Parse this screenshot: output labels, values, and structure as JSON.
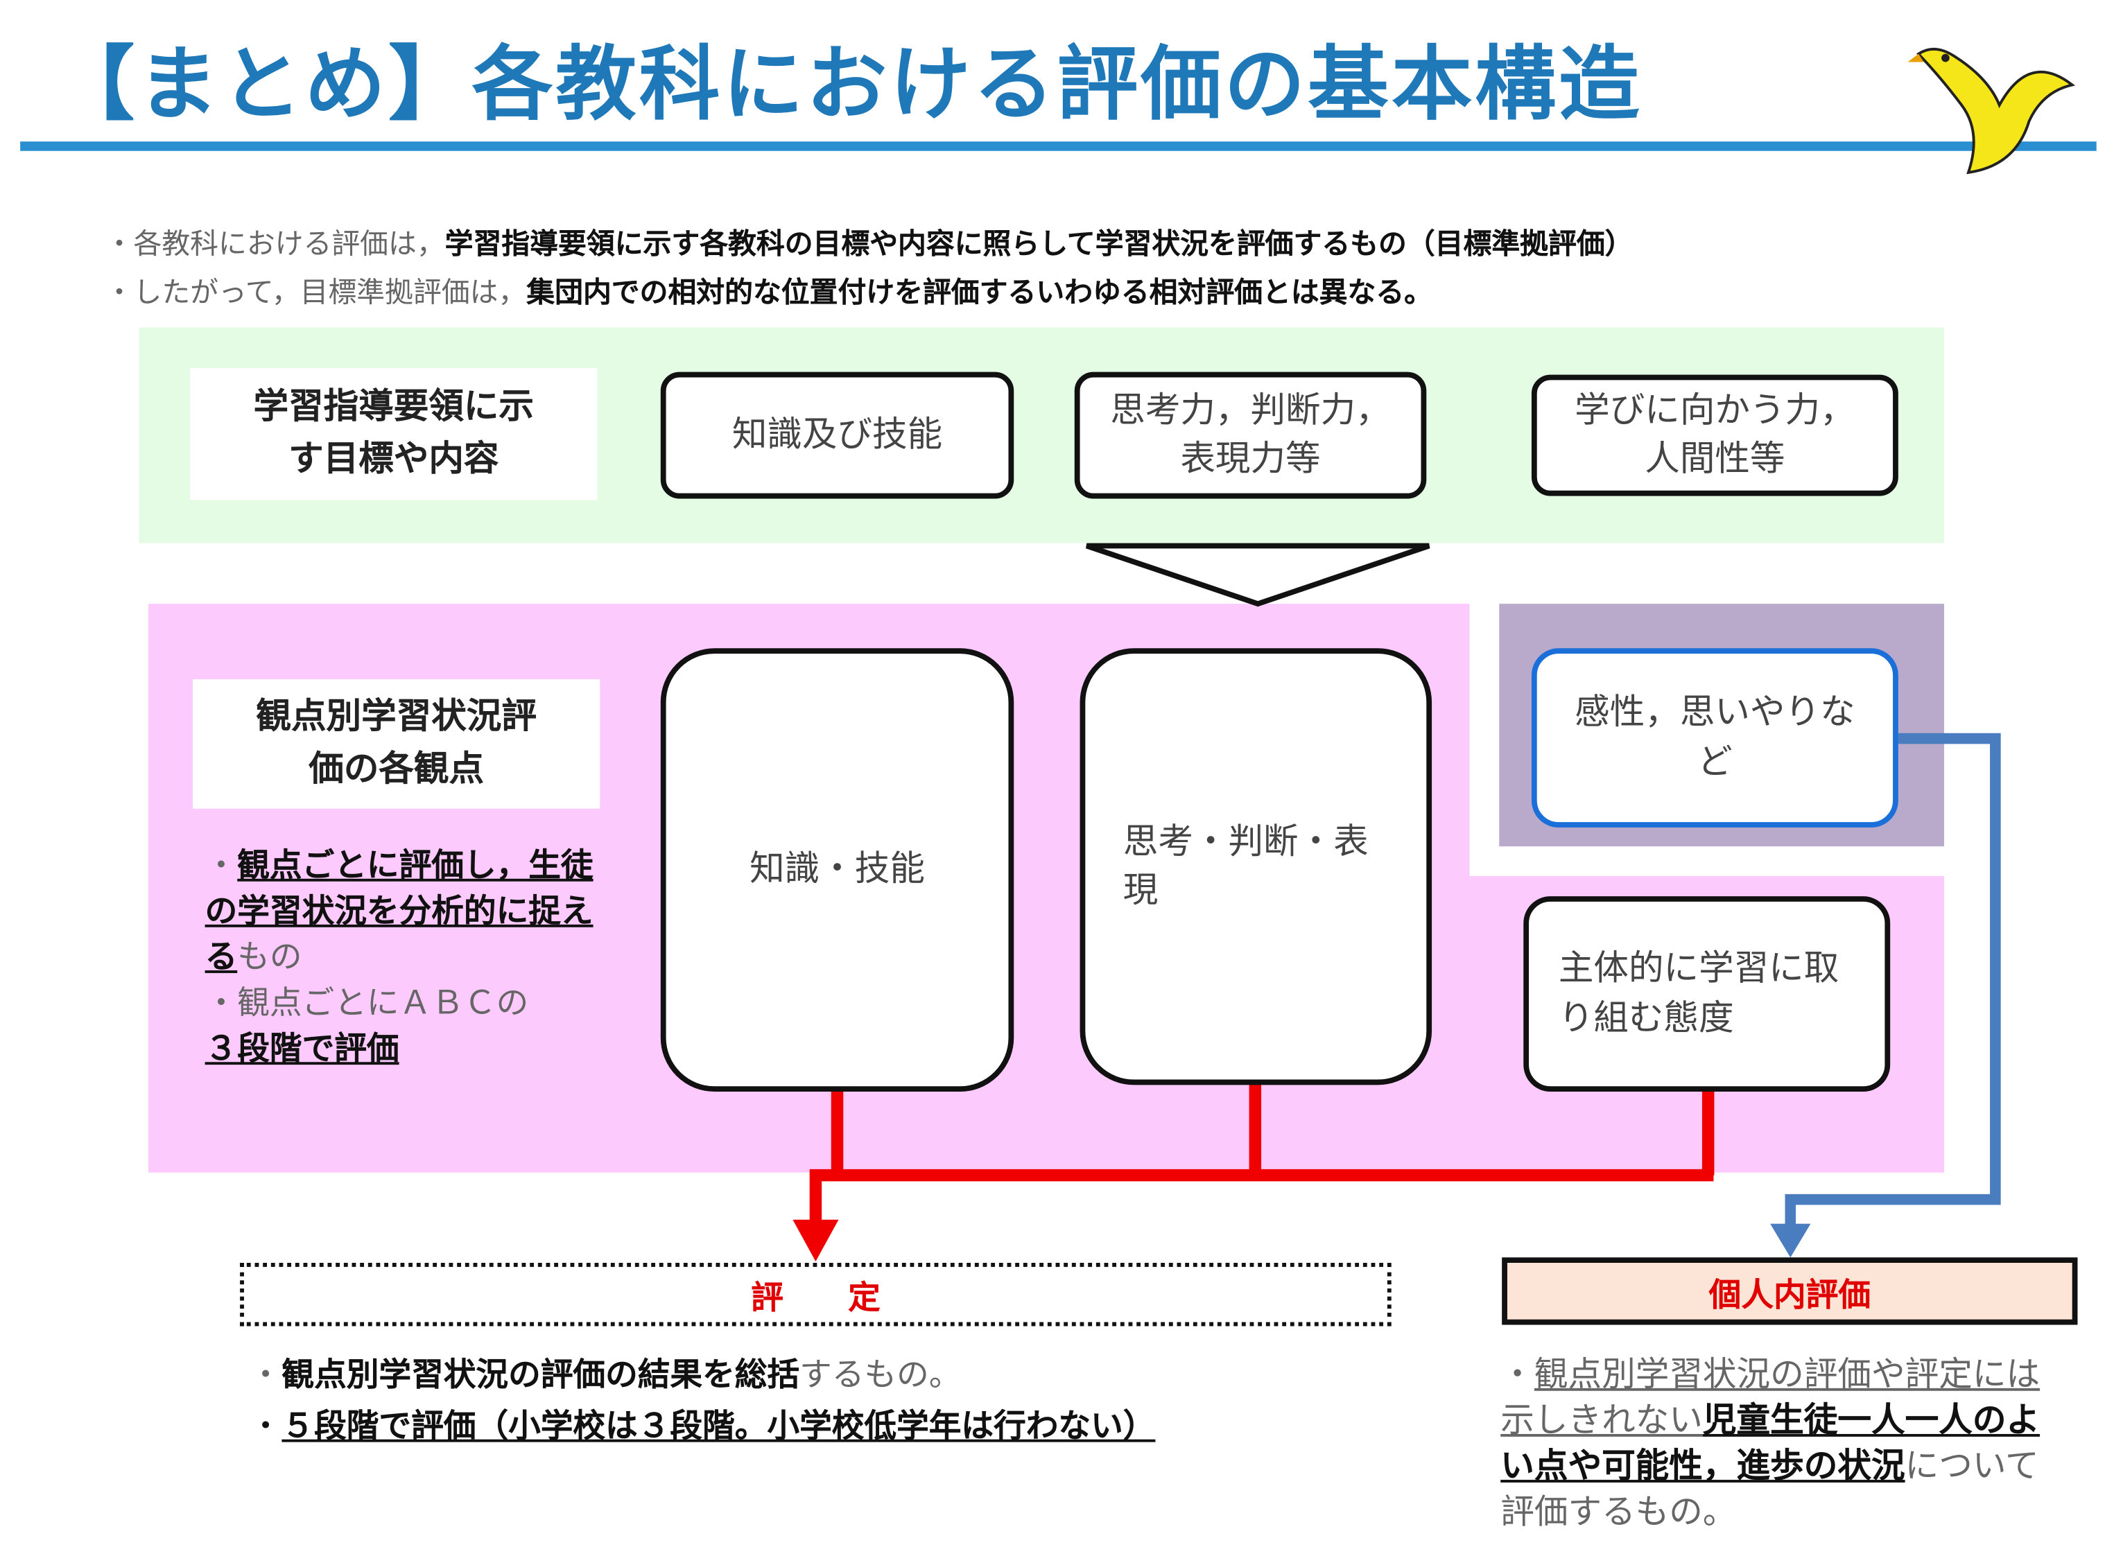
{
  "title": "【まとめ】各教科における評価の基本構造",
  "intro": [
    {
      "normal": "・各教科における評価は，",
      "bold": "学習指導要領に示す各教科の目標や内容に照らして学習状況を評価するもの（目標準拠評価）"
    },
    {
      "normal": "・したがって，目標準拠評価は，",
      "bold": "集団内での相対的な位置付けを評価するいわゆる相対評価とは異なる。"
    }
  ],
  "goals": {
    "label": "学習指導要領に示す目標や内容",
    "boxes": [
      "知識及び技能",
      "思考力，判断力，表現力等",
      "学びに向かう力，人間性等"
    ]
  },
  "viewpoints": {
    "label": "観点別学習状況評価の各観点",
    "note1_u": "観点ごとに評価し，生徒の学習状況を分析的に捉える",
    "note1_rest": "もの",
    "note2_a": "・観点ごとにＡＢＣの",
    "note2_u": "３段階で評価",
    "boxes": [
      "知識・技能",
      "思考・判断・表現",
      "主体的に学習に取り組む態度"
    ],
    "kansei": "感性，思いやりなど"
  },
  "hyotei": {
    "label": "評　　定",
    "line1_b": "観点別学習状況の評価の結果を総括",
    "line1_n": "するもの。",
    "line2": "５段階で評価（小学校は３段階。小学校低学年は行わない）"
  },
  "kojin": {
    "label": "個人内評価",
    "t1": "観点別学習状況の評価や評定に",
    "t2": "は示しきれない",
    "t3": "児童生徒一人一人のよい点や可能性，進歩の状況",
    "t4": "について評価するもの。"
  },
  "colors": {
    "title": "#1f78b8",
    "red": "#e00000",
    "blue": "#4a7cc0"
  }
}
